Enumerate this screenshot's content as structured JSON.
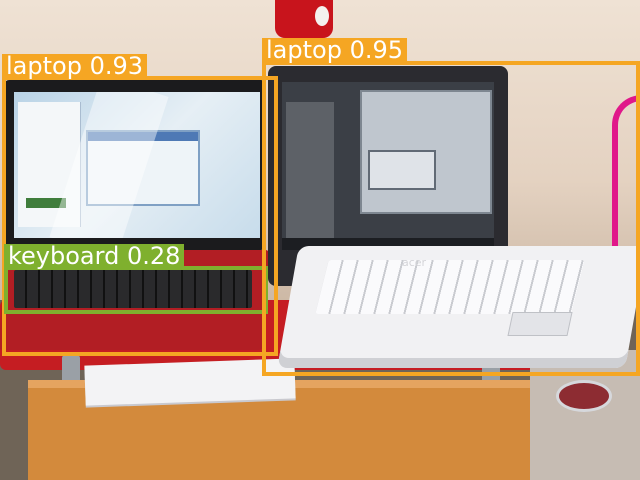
{
  "image": {
    "caption_scene": "two laptops on a desk",
    "screen_brand_text": "acer"
  },
  "detections": [
    {
      "label": "laptop",
      "score": "0.93",
      "color": "#f5a623"
    },
    {
      "label": "keyboard",
      "score": "0.28",
      "color": "#7fb02e"
    },
    {
      "label": "laptop",
      "score": "0.95",
      "color": "#f5a623"
    }
  ]
}
